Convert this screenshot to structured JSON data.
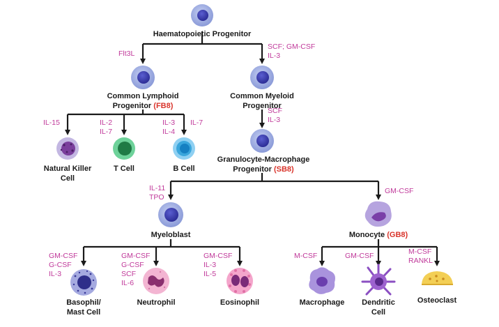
{
  "cells": {
    "hsc": "Haematopoietic Progenitor",
    "clp_line1": "Common Lymphoid",
    "clp_line2": "Progenitor",
    "clp_code": "(FB8)",
    "cmp_line1": "Common Myeloid",
    "cmp_line2": "Progenitor",
    "gmp_line1": "Granulocyte-Macrophage",
    "gmp_line2": "Progenitor",
    "gmp_code": "(SB8)",
    "nk_line1": "Natural Killer",
    "nk_line2": "Cell",
    "tcell": "T Cell",
    "bcell": "B Cell",
    "myeloblast": "Myeloblast",
    "monocyte": "Monocyte",
    "monocyte_code": "(GB8)",
    "basophil_line1": "Basophil/",
    "basophil_line2": "Mast Cell",
    "neutrophil": "Neutrophil",
    "eosinophil": "Eosinophil",
    "macrophage": "Macrophage",
    "dendritic_line1": "Dendritic",
    "dendritic_line2": "Cell",
    "osteoclast": "Osteoclast"
  },
  "factors": {
    "to_clp": [
      "Flt3L"
    ],
    "to_cmp": [
      "SCF; GM-CSF",
      "IL-3"
    ],
    "to_gmp": [
      "SCF",
      "IL-3"
    ],
    "to_nk": [
      "IL-15"
    ],
    "to_t": [
      "IL-2",
      "IL-7"
    ],
    "to_b_a": [
      "IL-3",
      "IL-4"
    ],
    "to_b_b": [
      "IL-7"
    ],
    "to_myeloblast": [
      "IL-11",
      "TPO"
    ],
    "to_monocyte": [
      "GM-CSF"
    ],
    "to_basophil": [
      "GM-CSF",
      "G-CSF",
      "IL-3"
    ],
    "to_neutrophil": [
      "GM-CSF",
      "G-CSF",
      "SCF",
      "IL-6"
    ],
    "to_eosinophil": [
      "GM-CSF",
      "IL-3",
      "IL-5"
    ],
    "to_macrophage": [
      "M-CSF"
    ],
    "to_dendritic": [
      "GM-CSF"
    ],
    "to_osteoclast": [
      "M-CSF",
      "RANKL"
    ]
  },
  "colors": {
    "line": "#1a1a1a",
    "factor": "#c0399a",
    "code": "#d9342b",
    "progenitor_outer": "#aab6e6",
    "progenitor_inner": "#3d3fb0",
    "nk": "#b5a8d8",
    "tcell": "#5fc98a",
    "bcell": "#4fb3e3",
    "basophil": "#9aa0dc",
    "neutrophil": "#f0a6c8",
    "eosinophil": "#f29ac4",
    "macrophage": "#9a7fd8",
    "dendritic": "#8b4fc2",
    "osteoclast": "#f3cf55",
    "monocyte": "#a994d6"
  }
}
